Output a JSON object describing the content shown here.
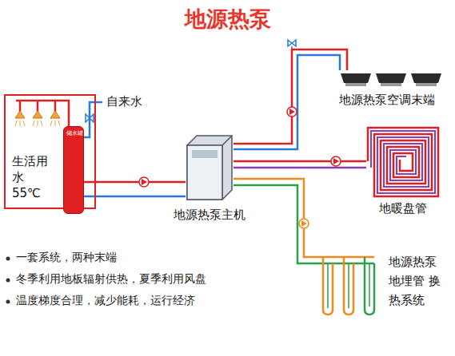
{
  "diagram": {
    "title": "地源热泵",
    "nodes": [
      {
        "text": [
          "生活用 水55℃"
        ]
      },
      {
        "text": [
          "储水罐"
        ],
        "in": 0
      },
      {
        "text": [
          "地源热泵主机"
        ]
      },
      {
        "text": [
          "地源热泵空调末端"
        ]
      },
      {
        "text": [
          "地暖盘管"
        ]
      },
      {
        "text": [
          "地源热泵 地埋管 换热系统"
        ]
      }
    ],
    "edges": [
      {
        "from": 1,
        "to": 2,
        "arrow": "none"
      },
      {
        "from": 2,
        "to": 3,
        "arrow": "none"
      },
      {
        "from": 2,
        "to": 4,
        "arrow": "none"
      },
      {
        "from": 2,
        "to": 5,
        "arrow": "none"
      }
    ],
    "labels": [
      "自来水",
      "一套系统，两种末端",
      "冬季利用地板辐射供热，夏季利用风盘",
      "温度梯度合理，减少能耗，运行经济"
    ]
  }
}
